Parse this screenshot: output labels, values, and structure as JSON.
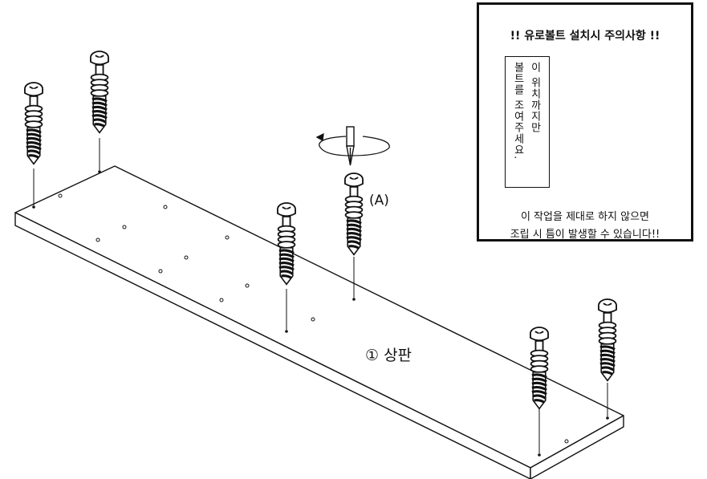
{
  "labels": {
    "part_a": "(A)",
    "part_name": "① 상판"
  },
  "note": {
    "title": "!! 유로볼트 설치시 주의사항 !!",
    "vertical_col_right": "이 위치까지만",
    "vertical_col_left": "볼트를 조여주세요.",
    "warning_line1": "이 작업을 제대로 하지 않으면",
    "warning_line2": "조립 시 틈이 발생할 수 있습니다!!"
  },
  "colors": {
    "ink": "#111111",
    "paper": "#ffffff"
  },
  "icons": [
    "euro-bolt-icon",
    "screwdriver-icon",
    "rotation-arrow-icon",
    "drill-hole-icon"
  ]
}
